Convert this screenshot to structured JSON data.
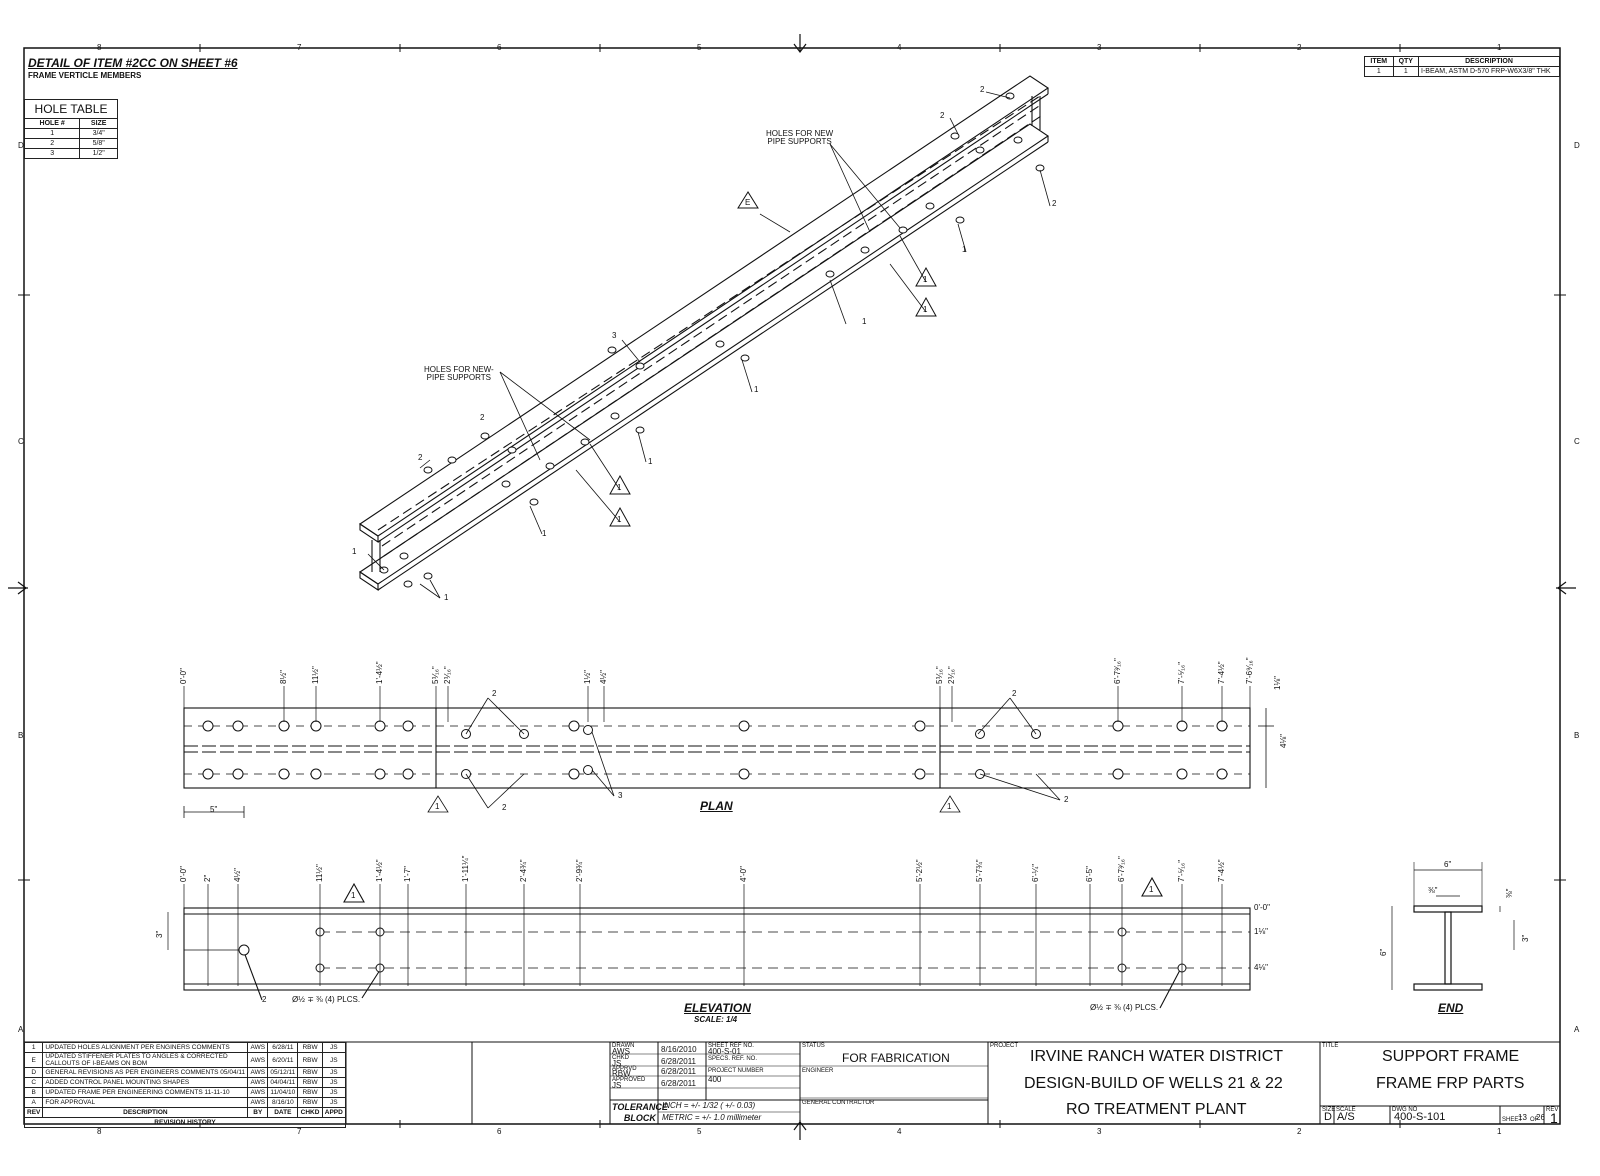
{
  "detail": {
    "title": "DETAIL OF ITEM #2CC ON SHEET #6",
    "subtitle": "FRAME VERTICLE MEMBERS"
  },
  "zones": {
    "columns": [
      "8",
      "7",
      "6",
      "5",
      "4",
      "3",
      "2",
      "1"
    ],
    "rows": [
      "D",
      "C",
      "B",
      "A"
    ]
  },
  "hole_table": {
    "title": "HOLE TABLE",
    "headers": [
      "HOLE #",
      "SIZE"
    ],
    "rows": [
      [
        "1",
        "3/4\""
      ],
      [
        "2",
        "5/8\""
      ],
      [
        "3",
        "1/2\""
      ]
    ]
  },
  "bom": {
    "headers": [
      "ITEM",
      "QTY",
      "DESCRIPTION"
    ],
    "rows": [
      [
        "1",
        "1",
        "I-BEAM, ASTM D-570 FRP-W6X3/8\" THK"
      ]
    ]
  },
  "iso": {
    "note_top": "HOLES FOR NEW\nPIPE SUPPORTS",
    "note_left": "HOLES FOR NEW-\nPIPE SUPPORTS",
    "rev_tag": "E",
    "callouts": [
      "1",
      "2",
      "3"
    ]
  },
  "plan": {
    "label": "PLAN",
    "dims": [
      "0'-0\"",
      "8½\"",
      "11½\"",
      "1'-4½\"",
      "5⅟₁₆\"",
      "2⅟₁₆\"",
      "1½\"",
      "4½\"",
      "5⅟₁₆\"",
      "2⅟₁₆\"",
      "6'-7³⁄₁₆\"",
      "7'-⁵⁄₁₆\"",
      "7'-4½\"",
      "7'-6⁹⁄₁₆\""
    ],
    "right_dims": [
      "1⅛\"",
      "4⅛\""
    ],
    "bottom_dim": "5\"",
    "callout_tag": "1"
  },
  "elevation": {
    "label": "ELEVATION",
    "scale": "SCALE: 1/4",
    "dims": [
      "0'-0\"",
      "2\"",
      "4½\"",
      "11½\"",
      "1'-4½\"",
      "1'-7\"",
      "1'-11¼\"",
      "2'-4¾\"",
      "2'-9¾\"",
      "4'-0\"",
      "5'-2½\"",
      "5'-7¾\"",
      "6'-¼\"",
      "6'-5\"",
      "6'-7³⁄₁₆\"",
      "7'-⁵⁄₁₆\"",
      "7'-4½\""
    ],
    "right_dims": [
      "0'-0\"",
      "1⅛\"",
      "4⅛\""
    ],
    "left_dim": "3\"",
    "note": "Ø½ ∓ ⅜ (4) PLCS.",
    "callout_tag": "1"
  },
  "end": {
    "label": "END",
    "dims": [
      "6\"",
      "⅜\"",
      "⅜\"",
      "3\"",
      "6\""
    ]
  },
  "revisions": {
    "title": "REVISION HISTORY",
    "headers": [
      "REV",
      "DESCRIPTION",
      "BY",
      "DATE",
      "CHKD",
      "APPD"
    ],
    "rows": [
      [
        "1",
        "UPDATED HOLES ALIGNMENT PER ENGINERS COMMENTS",
        "AWS",
        "6/28/11",
        "RBW",
        "JS"
      ],
      [
        "E",
        "UPDATED STIFFENER PLATES TO ANGLES & CORRECTED CALLOUTS OF I-BEAMS ON BOM",
        "AWS",
        "6/20/11",
        "RBW",
        "JS"
      ],
      [
        "D",
        "GENERAL REVISIONS AS PER ENGINEERS COMMENTS 05/04/11",
        "AWS",
        "05/12/11",
        "RBW",
        "JS"
      ],
      [
        "C",
        "ADDED CONTROL PANEL MOUNTING SHAPES",
        "AWS",
        "04/04/11",
        "RBW",
        "JS"
      ],
      [
        "B",
        "UPDATED FRAME PER ENGINEERING COMMENTS 11-11-10",
        "AWS",
        "11/04/10",
        "RBW",
        "JS"
      ],
      [
        "A",
        "FOR APPROVAL",
        "AWS",
        "8/16/10",
        "RBW",
        "JS"
      ]
    ]
  },
  "title_block": {
    "drawn": {
      "label": "DRAWN",
      "by": "AWS",
      "date": "8/16/2010"
    },
    "chkd": {
      "label": "CHKD",
      "by": "JS",
      "date": "6/28/2011"
    },
    "appd": {
      "label": "APPRVD",
      "by": "RBW",
      "date": "6/28/2011"
    },
    "approved": {
      "label": "APPROVED",
      "by": "JS",
      "date": "6/28/2011"
    },
    "dwg_ref_label": "SHEET REF NO.",
    "dwg_ref": "400-S-01",
    "spec_label": "SPECS. REF. NO.",
    "proj_no_label": "PROJECT NUMBER",
    "proj_no": "400",
    "tolerance_label": "TOLERANCE\nBLOCK",
    "tol_inch": "INCH = +/- 1/32 ( +/- 0.03)",
    "tol_metric": "METRIC = +/- 1.0 millimeter",
    "status_label": "STATUS",
    "status": "FOR FABRICATION",
    "engineer_label": "ENGINEER",
    "gc_label": "GENERAL CONTRACTOR",
    "project_label": "PROJECT",
    "project": [
      "IRVINE RANCH WATER DISTRICT",
      "DESIGN-BUILD OF WELLS 21 & 22",
      "RO TREATMENT PLANT"
    ],
    "title_label": "TITLE",
    "title": [
      "SUPPORT FRAME",
      "FRAME FRP PARTS"
    ],
    "size_label": "SIZE",
    "size": "D",
    "scale_label": "SCALE",
    "scale": "A/S",
    "dwg_label": "DWG NO",
    "dwg_no": "400-S-101",
    "sheet_label": "SHEET",
    "sheet": "13",
    "of_label": "OF",
    "sheet_total": "26",
    "rev_label": "REV",
    "rev": "1"
  }
}
